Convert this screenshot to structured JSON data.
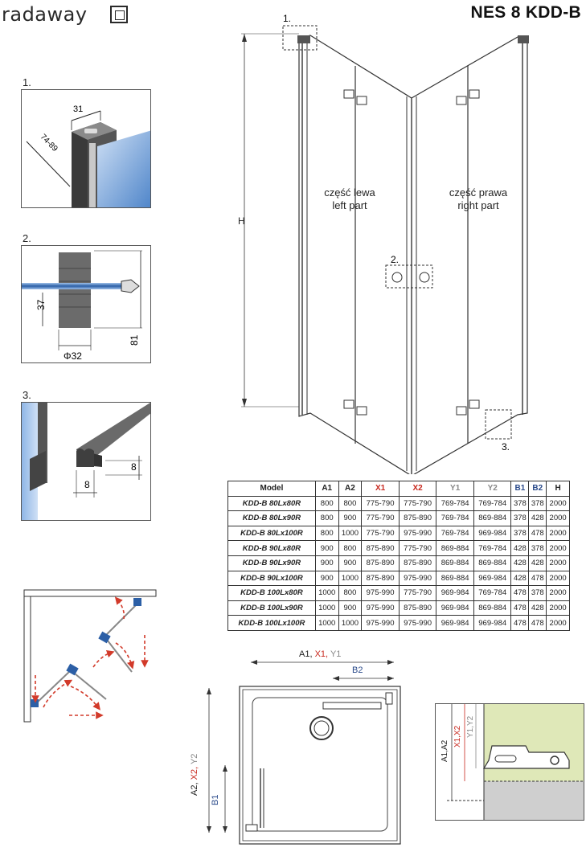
{
  "brand": {
    "name": "radaway"
  },
  "model_title": "NES 8 KDD-B",
  "details": {
    "d1": {
      "label": "1.",
      "dim_top": "31",
      "dim_diag": "74-89"
    },
    "d2": {
      "label": "2.",
      "dim_h": "37",
      "dim_dia": "Φ32",
      "dim_total": "81"
    },
    "d3": {
      "label": "3.",
      "dim_h": "8",
      "dim_w": "8"
    }
  },
  "main_view": {
    "h_label": "H",
    "callout_1": "1.",
    "callout_2": "2.",
    "callout_3": "3.",
    "left_part": {
      "pl": "część lewa",
      "en": "left part"
    },
    "right_part": {
      "pl": "część prawa",
      "en": "right part"
    }
  },
  "table": {
    "headers": [
      "Model",
      "A1",
      "A2",
      "X1",
      "X2",
      "Y1",
      "Y2",
      "B1",
      "B2",
      "H"
    ],
    "rows": [
      [
        "KDD-B 80Lx80R",
        "800",
        "800",
        "775-790",
        "775-790",
        "769-784",
        "769-784",
        "378",
        "378",
        "2000"
      ],
      [
        "KDD-B 80Lx90R",
        "800",
        "900",
        "775-790",
        "875-890",
        "769-784",
        "869-884",
        "378",
        "428",
        "2000"
      ],
      [
        "KDD-B 80Lx100R",
        "800",
        "1000",
        "775-790",
        "975-990",
        "769-784",
        "969-984",
        "378",
        "478",
        "2000"
      ],
      [
        "KDD-B 90Lx80R",
        "900",
        "800",
        "875-890",
        "775-790",
        "869-884",
        "769-784",
        "428",
        "378",
        "2000"
      ],
      [
        "KDD-B 90Lx90R",
        "900",
        "900",
        "875-890",
        "875-890",
        "869-884",
        "869-884",
        "428",
        "428",
        "2000"
      ],
      [
        "KDD-B 90Lx100R",
        "900",
        "1000",
        "875-890",
        "975-990",
        "869-884",
        "969-984",
        "428",
        "478",
        "2000"
      ],
      [
        "KDD-B 100Lx80R",
        "1000",
        "800",
        "975-990",
        "775-790",
        "969-984",
        "769-784",
        "478",
        "378",
        "2000"
      ],
      [
        "KDD-B 100Lx90R",
        "1000",
        "900",
        "975-990",
        "875-890",
        "969-984",
        "869-884",
        "478",
        "428",
        "2000"
      ],
      [
        "KDD-B 100Lx100R",
        "1000",
        "1000",
        "975-990",
        "975-990",
        "969-984",
        "969-984",
        "478",
        "478",
        "2000"
      ]
    ]
  },
  "plan": {
    "top_a1": "A1,",
    "top_x1": "X1,",
    "top_y1": "Y1",
    "top_b2": "B2",
    "side_a2": "A2,",
    "side_x2": "X2,",
    "side_y2": "Y2",
    "side_b1": "B1"
  },
  "section": {
    "a1a2": "A1,A2",
    "x1x2": "X1,X2",
    "y1y2": "Y1,Y2"
  },
  "colors": {
    "red": "#c8281e",
    "blue_label": "#2a4a8a",
    "glass": "#6f9fd6",
    "tray": "#dfe8b8",
    "arrow": "#d23a2a"
  }
}
